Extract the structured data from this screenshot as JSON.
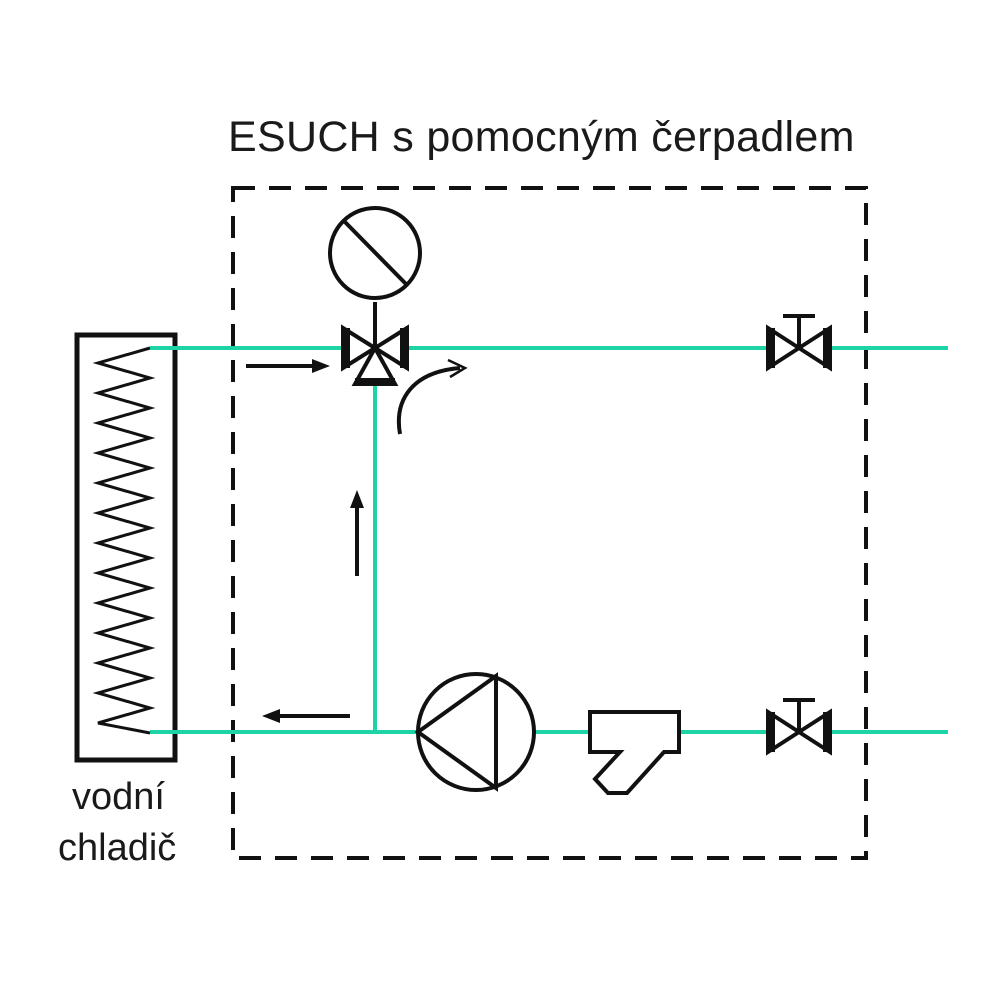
{
  "title": "ESUCH s pomocným čerpadlem",
  "cooler": {
    "line1": "vodní",
    "line2": "chladič"
  },
  "colors": {
    "pipe": "#1ed4a7",
    "stroke": "#111111",
    "background": "#ffffff"
  },
  "components": {
    "three_way_valve": "three-way-valve-icon",
    "actuator": "valve-actuator-icon",
    "pump": "circulation-pump-icon",
    "strainer": "y-strainer-icon",
    "shutoff_valve": "shutoff-valve-icon",
    "heat_exchanger": "water-cooler-coil-icon"
  }
}
